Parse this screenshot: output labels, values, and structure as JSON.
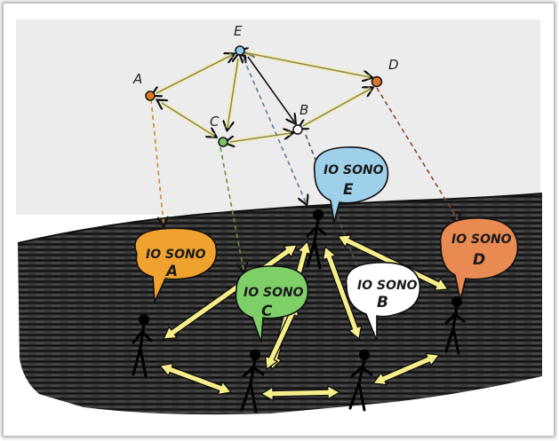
{
  "nodes": [
    {
      "id": "A",
      "label": "A",
      "color": "#e07a1e"
    },
    {
      "id": "E",
      "label": "E",
      "color": "#8fc7e8"
    },
    {
      "id": "D",
      "label": "D",
      "color": "#d9762a"
    },
    {
      "id": "C",
      "label": "C",
      "color": "#7dc46a"
    },
    {
      "id": "B",
      "label": "B",
      "color": "#ffffff"
    }
  ],
  "bubbles": [
    {
      "id": "A",
      "line1": "IO SONO",
      "line2": "A",
      "color": "#f0a22e"
    },
    {
      "id": "C",
      "line1": "IO SONO",
      "line2": "C",
      "color": "#7fcf68"
    },
    {
      "id": "E",
      "line1": "IO SONO",
      "line2": "E",
      "color": "#9fd0ea"
    },
    {
      "id": "B",
      "line1": "IO SONO",
      "line2": "B",
      "color": "#ffffff"
    },
    {
      "id": "D",
      "line1": "IO SONO",
      "line2": "D",
      "color": "#e98a52"
    }
  ],
  "colors": {
    "sky": "#ececec",
    "ground": "#222222",
    "arrow_fill": "#f6ee8a",
    "ink": "#1b1b1b"
  }
}
